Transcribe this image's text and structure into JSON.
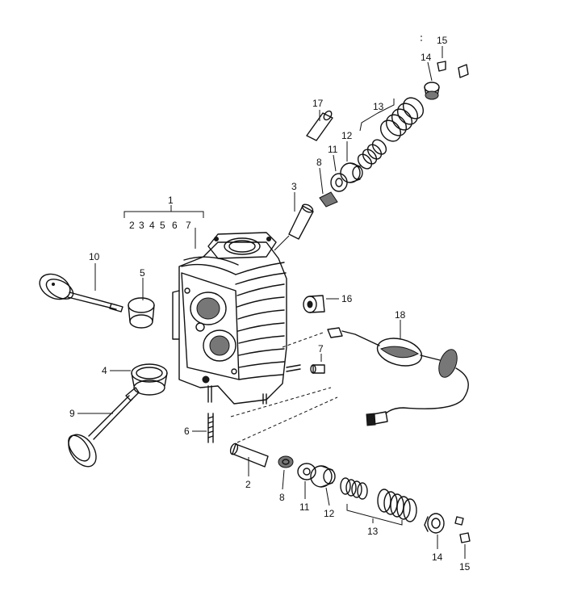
{
  "callouts": {
    "c1": "1",
    "c1_group": [
      "2",
      "3",
      "4",
      "5",
      "6",
      "7"
    ],
    "c2": "2",
    "c3": "3",
    "c4": "4",
    "c5": "5",
    "c6": "6",
    "c7": "7",
    "c8_top": "8",
    "c8_bottom": "8",
    "c9": "9",
    "c10": "10",
    "c11_top": "11",
    "c11_bottom": "11",
    "c12_top": "12",
    "c12_bottom": "12",
    "c13_top": "13",
    "c13_bottom": "13",
    "c14_top": "14",
    "c14_bottom": "14",
    "c15_top": "15",
    "c15_bottom": "15",
    "c16": "16",
    "c17": "17",
    "c18": "18"
  }
}
